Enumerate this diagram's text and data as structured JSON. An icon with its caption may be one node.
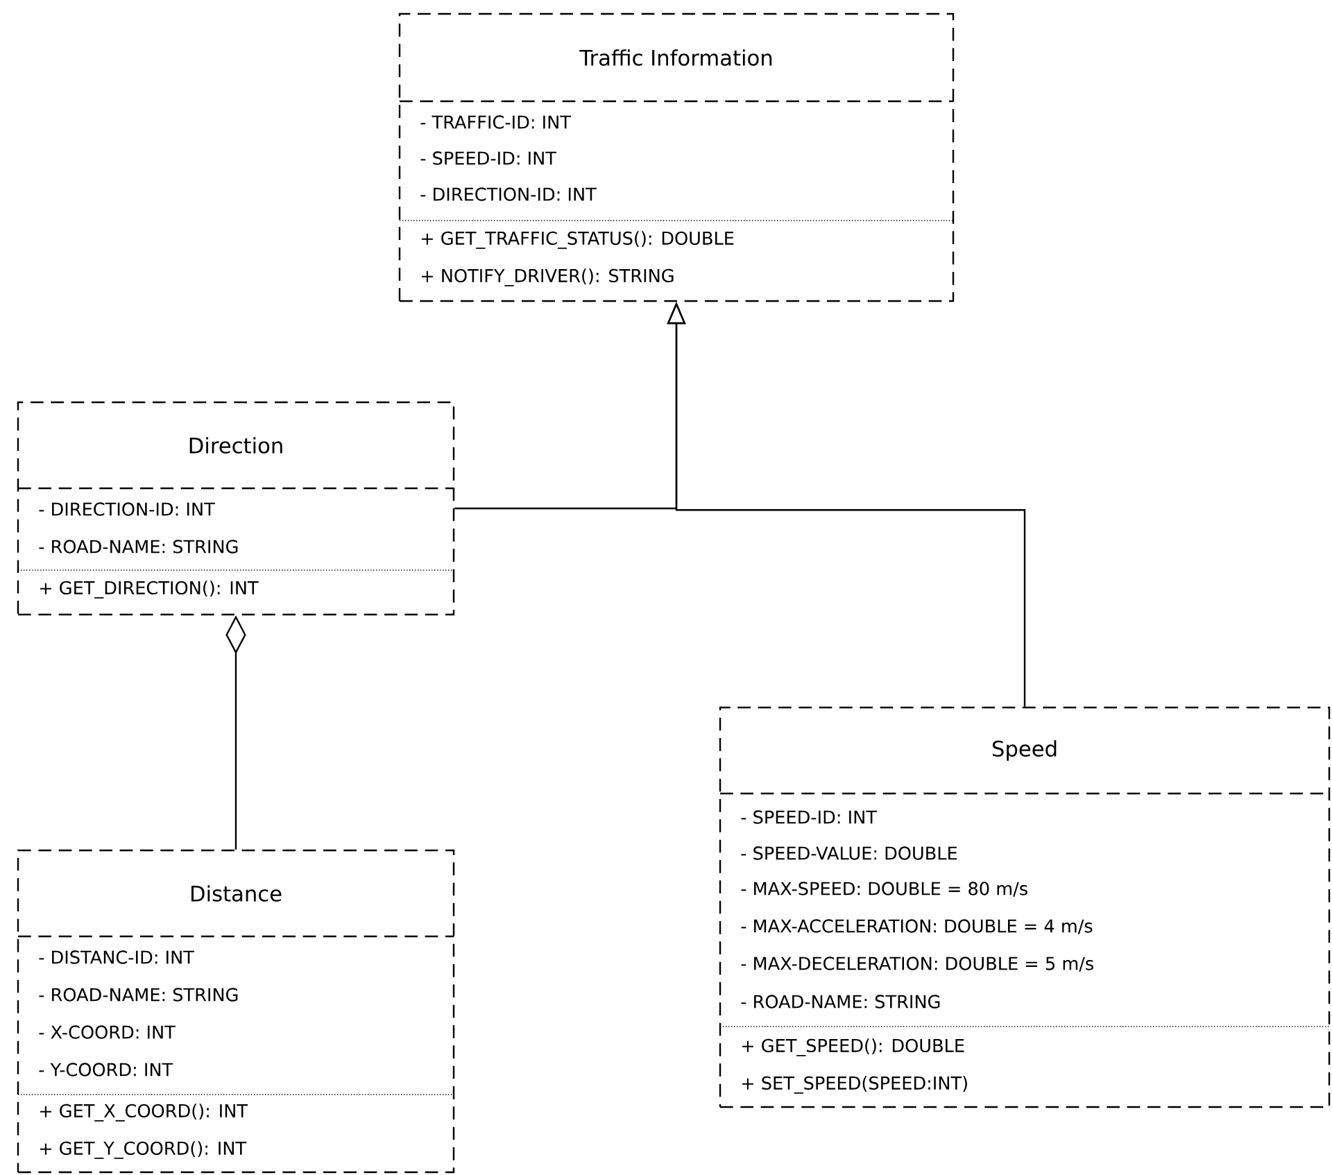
{
  "diagram": {
    "nodes": [
      {
        "text": [
          "Traffic Information",
          "- TRAFFIC-ID: INT",
          "- SPEED-ID: INT",
          "- DIRECTION-ID: INT",
          "+ GET_TRAFFIC_STATUS(): DOUBLE",
          "+ NOTIFY_DRIVER(): STRING"
        ]
      },
      {
        "text": [
          "Direction",
          "- DIRECTION-ID: INT",
          "- ROAD-NAME: STRING",
          "+ GET_DIRECTION(): INT"
        ]
      },
      {
        "text": [
          "Distance",
          "- DISTANC-ID: INT",
          "- ROAD-NAME: STRING",
          "- X-COORD: INT",
          "- Y-COORD: INT",
          "+ GET_X_COORD(): INT",
          "+ GET_Y_COORD(): INT"
        ]
      },
      {
        "text": [
          "Speed",
          "- SPEED-ID: INT",
          "- SPEED-VALUE: DOUBLE",
          "- MAX-SPEED: DOUBLE = 80 m/s",
          "- MAX-ACCELERATION: DOUBLE = 4 m/s",
          "- MAX-DECELERATION: DOUBLE = 5 m/s",
          "- ROAD-NAME: STRING",
          "+ GET_SPEED(): DOUBLE",
          "+ SET_SPEED(SPEED:INT)"
        ]
      }
    ],
    "edges": [
      {
        "from": 1,
        "to": 0,
        "arrow": "to"
      },
      {
        "from": 3,
        "to": 0,
        "arrow": "to"
      },
      {
        "from": 2,
        "to": 1,
        "arrow": "other"
      }
    ]
  }
}
